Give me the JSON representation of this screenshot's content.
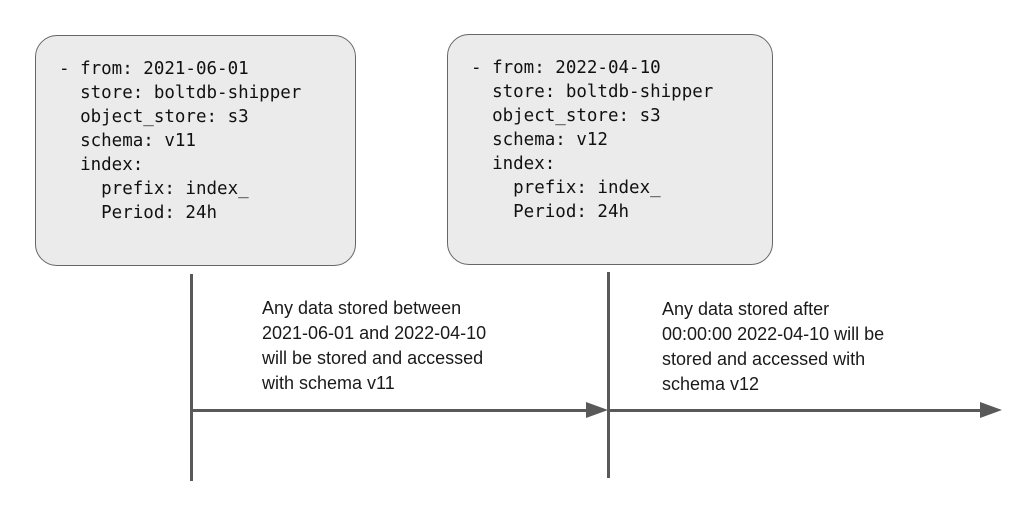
{
  "boxes": [
    {
      "yaml": "- from: 2021-06-01\n  store: boltdb-shipper\n  object_store: s3\n  schema: v11\n  index:\n    prefix: index_\n    Period: 24h"
    },
    {
      "yaml": "- from: 2022-04-10\n  store: boltdb-shipper\n  object_store: s3\n  schema: v12\n  index:\n    prefix: index_\n    Period: 24h"
    }
  ],
  "annotations": [
    {
      "lines": [
        "Any data stored between",
        "2021-06-01 and 2022-04-10",
        "will be stored and accessed",
        "with schema v11"
      ]
    },
    {
      "lines": [
        "Any data stored after",
        "00:00:00 2022-04-10 will be",
        "stored and accessed with",
        "schema v12"
      ]
    }
  ],
  "colors": {
    "background": "#ffffff",
    "box_fill": "#ebebeb",
    "box_border": "#666666",
    "line": "#595959",
    "text": "#111111",
    "annotation_text": "#1a1a1a"
  }
}
